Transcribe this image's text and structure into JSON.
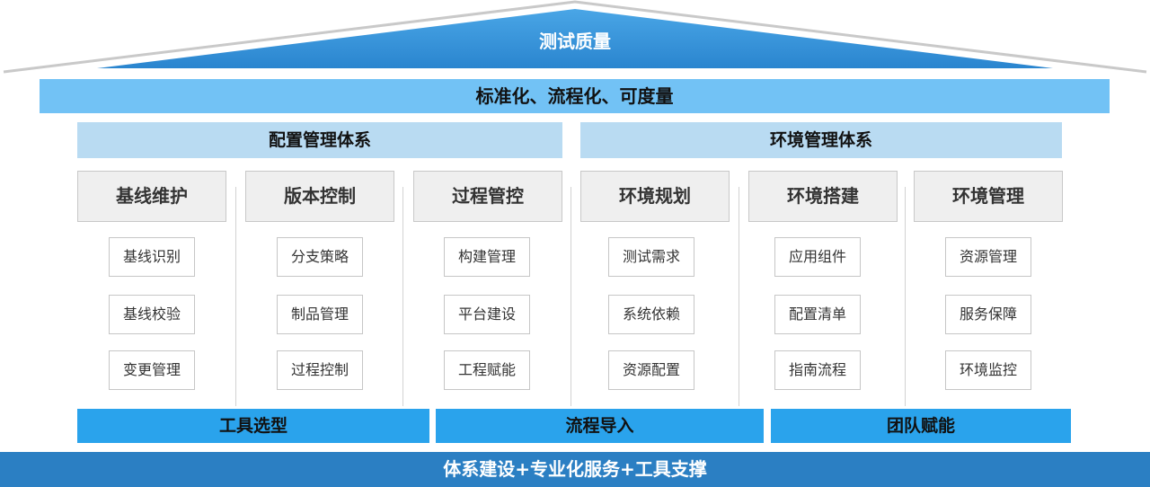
{
  "roof": {
    "title": "测试质量"
  },
  "standard": {
    "label": "标准化、流程化、可度量"
  },
  "systems": [
    {
      "label": "配置管理体系"
    },
    {
      "label": "环境管理体系"
    }
  ],
  "columns": [
    {
      "title": "基线维护",
      "items": [
        "基线识别",
        "基线校验",
        "变更管理"
      ]
    },
    {
      "title": "版本控制",
      "items": [
        "分支策略",
        "制品管理",
        "过程控制"
      ]
    },
    {
      "title": "过程管控",
      "items": [
        "构建管理",
        "平台建设",
        "工程赋能"
      ]
    },
    {
      "title": "环境规划",
      "items": [
        "测试需求",
        "系统依赖",
        "资源配置"
      ]
    },
    {
      "title": "环境搭建",
      "items": [
        "应用组件",
        "配置清单",
        "指南流程"
      ]
    },
    {
      "title": "环境管理",
      "items": [
        "资源管理",
        "服务保障",
        "环境监控"
      ]
    }
  ],
  "pillars": [
    {
      "label": "工具选型"
    },
    {
      "label": "流程导入"
    },
    {
      "label": "团队赋能"
    }
  ],
  "base": {
    "label": "体系建设+专业化服务+工具支撑"
  },
  "colors": {
    "roof_blue": "#2f8dd6",
    "standard_bar": "#72c2f5",
    "system_header": "#b9dbf2",
    "pillar_bar": "#2aa3ec",
    "base_bar": "#2b7fc3"
  }
}
